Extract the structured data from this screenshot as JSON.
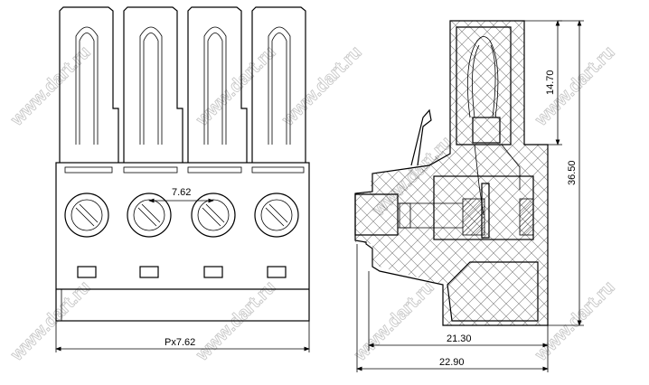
{
  "watermark": "www.dart.ru",
  "dimensions": {
    "pitch_label": "7.62",
    "total_width_label": "Px7.62",
    "socket_height": "14.70",
    "total_height": "36.50",
    "depth_inner": "21.30",
    "depth_total": "22.90"
  }
}
